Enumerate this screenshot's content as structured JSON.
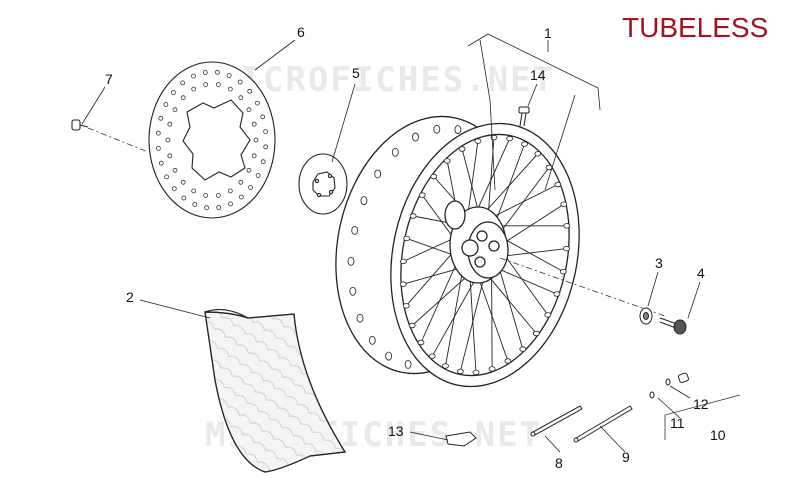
{
  "header": {
    "title": "TUBELESS"
  },
  "watermark": {
    "top": "MICROFICHES.NET",
    "bottom": "MICROFICHES.NET"
  },
  "callouts": [
    {
      "id": "1",
      "label": "1"
    },
    {
      "id": "2",
      "label": "2"
    },
    {
      "id": "3",
      "label": "3"
    },
    {
      "id": "4",
      "label": "4"
    },
    {
      "id": "5",
      "label": "5"
    },
    {
      "id": "6",
      "label": "6"
    },
    {
      "id": "7",
      "label": "7"
    },
    {
      "id": "8",
      "label": "8"
    },
    {
      "id": "9",
      "label": "9"
    },
    {
      "id": "10",
      "label": "10"
    },
    {
      "id": "11",
      "label": "11"
    },
    {
      "id": "12",
      "label": "12"
    },
    {
      "id": "13",
      "label": "13"
    },
    {
      "id": "14",
      "label": "14"
    }
  ]
}
